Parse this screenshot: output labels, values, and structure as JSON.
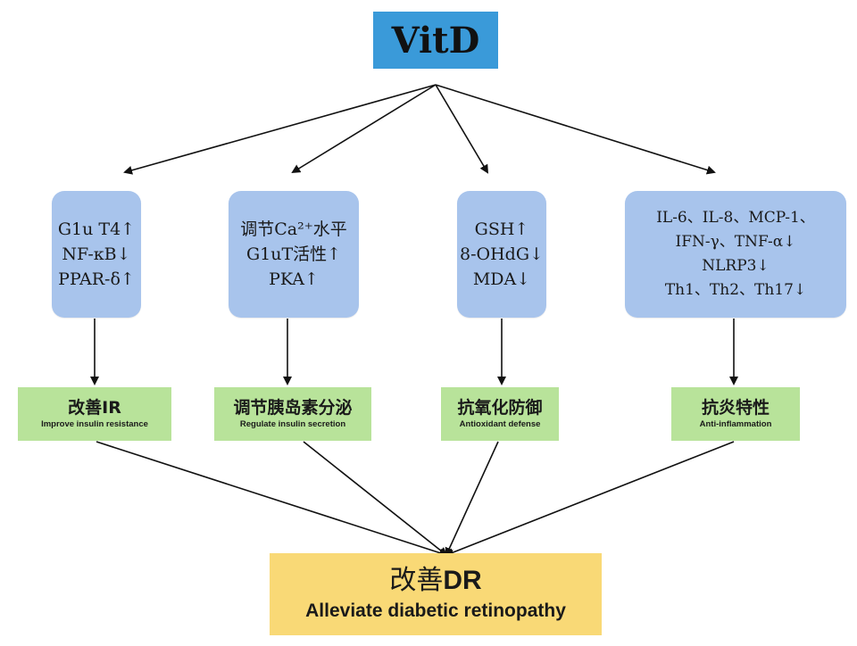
{
  "root": {
    "label": "VitD"
  },
  "mechanisms": [
    {
      "lines": [
        "G1u T4↑",
        "NF-κB↓",
        "PPAR-δ↑"
      ]
    },
    {
      "lines": [
        "调节Ca²⁺水平",
        "G1uT活性↑",
        "PKA↑"
      ]
    },
    {
      "lines": [
        "GSH↑",
        "8-OHdG↓",
        "MDA↓"
      ]
    },
    {
      "lines": [
        "IL-6、IL-8、MCP-1、",
        "IFN-γ、TNF-α↓",
        "NLRP3↓",
        "Th1、Th2、Th17↓"
      ]
    }
  ],
  "effects": [
    {
      "zh": "改善IR",
      "en": "Improve insulin resistance"
    },
    {
      "zh": "调节胰岛素分泌",
      "en": "Regulate insulin secretion"
    },
    {
      "zh": "抗氧化防御",
      "en": "Antioxidant defense"
    },
    {
      "zh": "抗炎特性",
      "en": "Anti-inflammation"
    }
  ],
  "outcome": {
    "zh_prefix": "改善",
    "zh_abbr": "DR",
    "en": "Alleviate diabetic retinopathy"
  },
  "colors": {
    "root": "#3a9ad9",
    "mechanism": "#a8c4ec",
    "effect": "#b8e39a",
    "outcome": "#f9d976",
    "arrow": "#111111"
  }
}
